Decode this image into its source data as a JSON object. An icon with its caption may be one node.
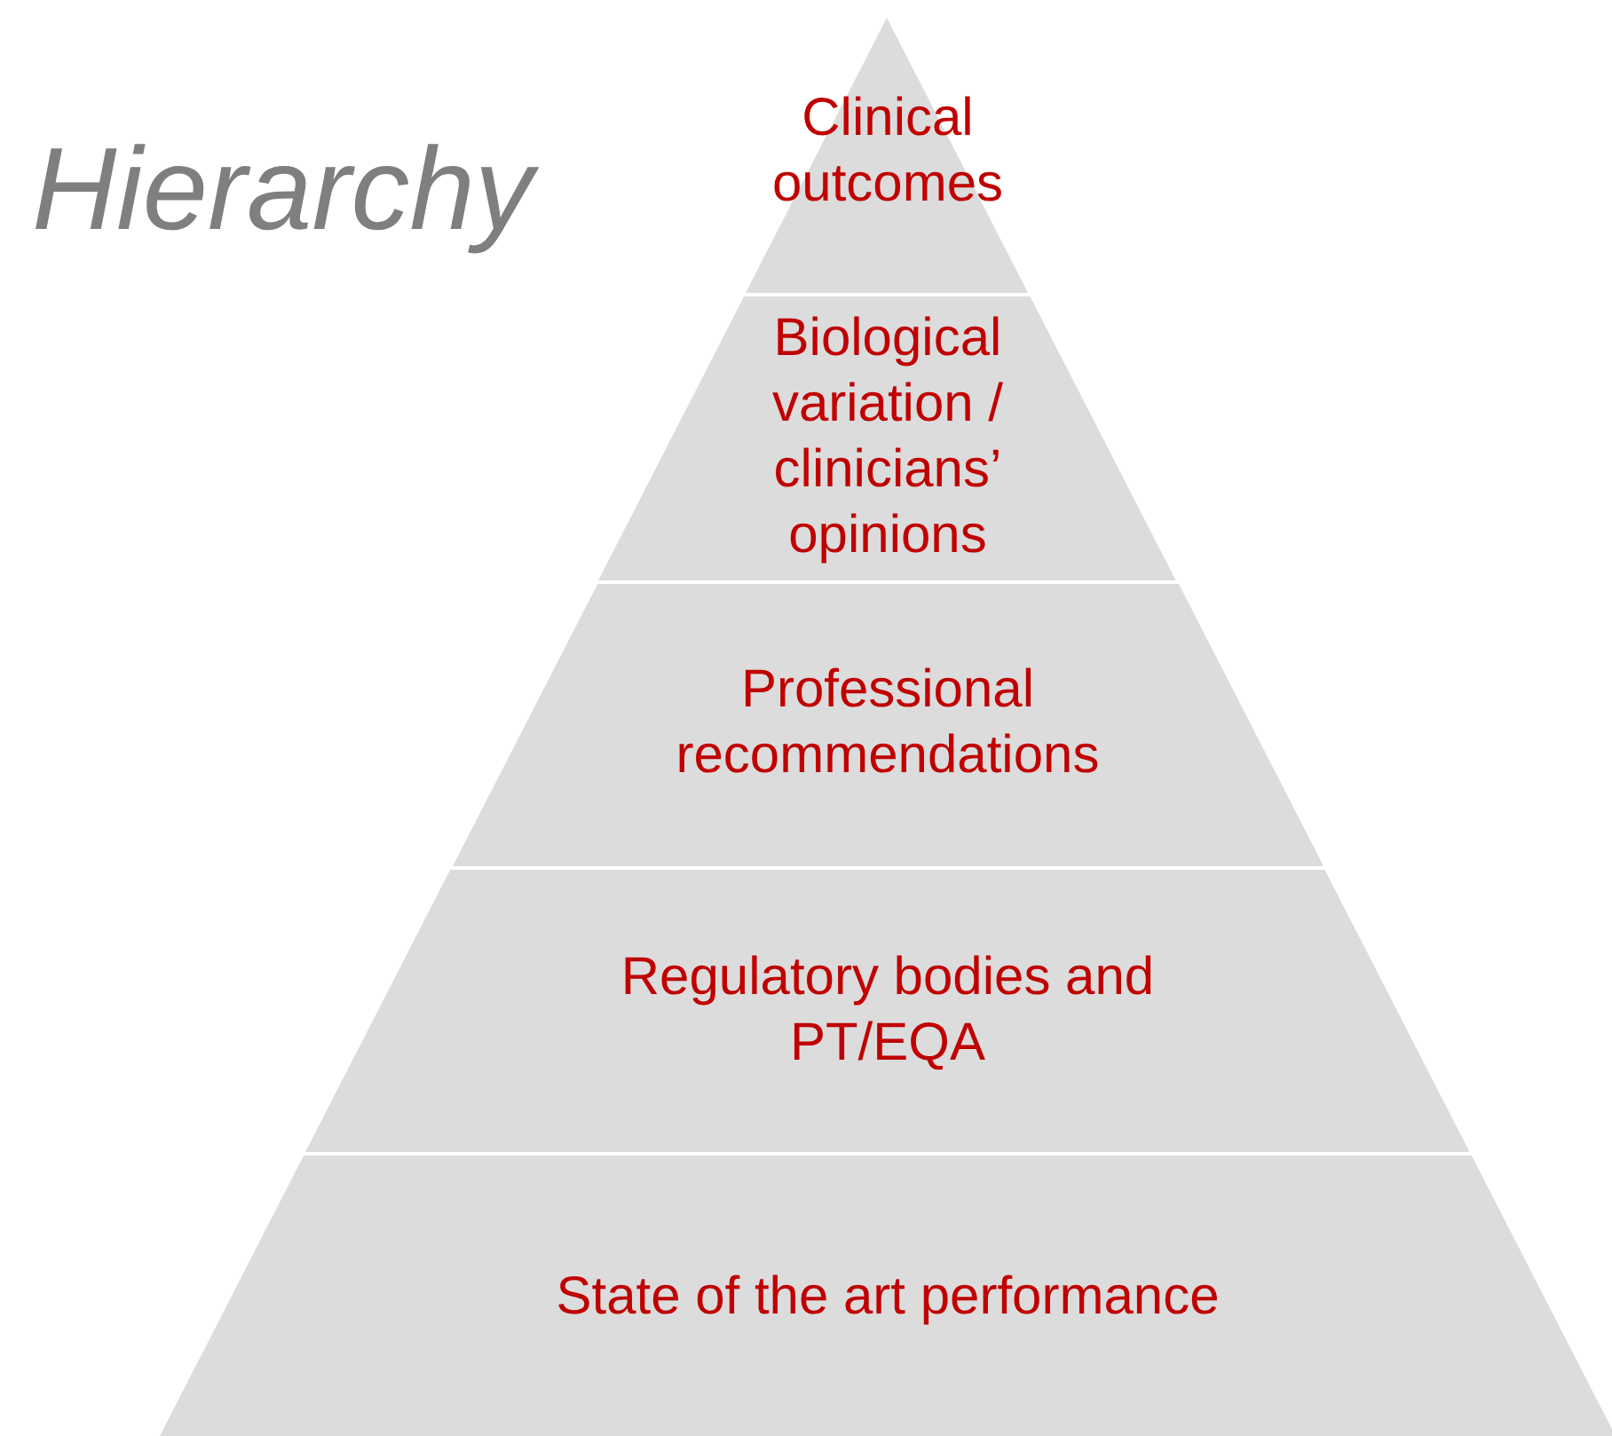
{
  "diagram": {
    "title": "Hierarchy",
    "nodes": [
      {
        "text": [
          "Clinical outcomes"
        ]
      },
      {
        "text": [
          "Biological variation / clinicians’ opinions"
        ]
      },
      {
        "text": [
          "Professional recommendations"
        ]
      },
      {
        "text": [
          "Regulatory bodies and PT/EQA"
        ]
      },
      {
        "text": [
          "State of the art performance"
        ]
      }
    ]
  }
}
